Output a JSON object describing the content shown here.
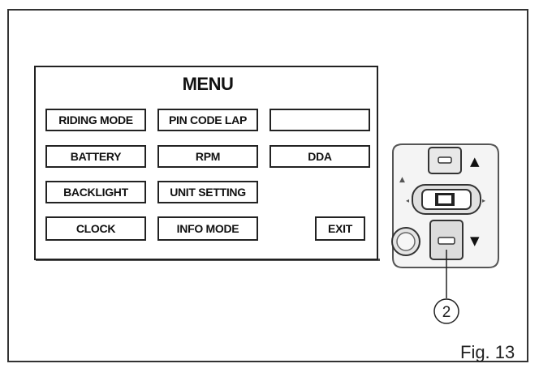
{
  "menu": {
    "title": "MENU",
    "rows": [
      [
        "RIDING MODE",
        "PIN CODE LAP",
        ""
      ],
      [
        "BATTERY",
        "RPM",
        "DDA"
      ],
      [
        "BACKLIGHT",
        "UNIT SETTING"
      ],
      [
        "CLOCK",
        "INFO MODE"
      ]
    ],
    "exit_label": "EXIT"
  },
  "device": {
    "callout_number": "2",
    "up_arrow": "▲",
    "down_arrow": "▼",
    "icons": [
      "arrow-up-icon",
      "arrow-down-icon",
      "toggle-switch-icon"
    ]
  },
  "figure": {
    "label": "Fig. 13"
  }
}
